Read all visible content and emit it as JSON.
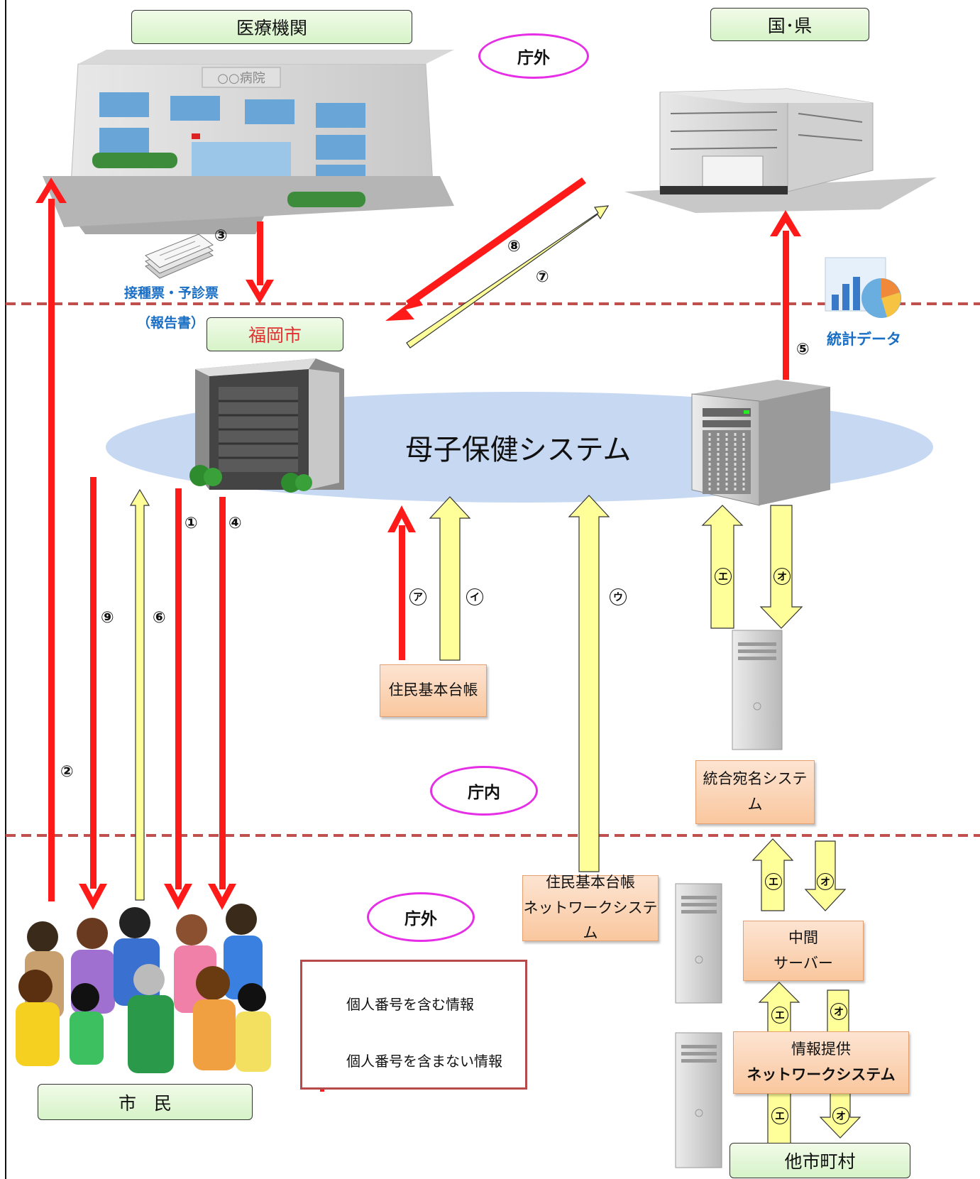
{
  "zones": {
    "top": "庁外",
    "middle": "庁内",
    "bottom": "庁外"
  },
  "nodes": {
    "medical": "医療機関",
    "govt": "国･県",
    "fukuoka": "福岡市",
    "citizens": "市　民",
    "juki": "住民基本台帳",
    "juki_net": [
      "住民基本台帳",
      "ネットワークシステム"
    ],
    "togo": [
      "統合宛名システ",
      "ム"
    ],
    "chukan": [
      "中間",
      "サーバー"
    ],
    "joho": [
      "情報提供",
      "ネットワークシステム"
    ],
    "other_city": "他市町村",
    "boshi": "母子保健システム"
  },
  "hospital_sign": "○○病院",
  "documents": {
    "line1": "接種票・予診票",
    "line2": "（報告書）"
  },
  "stats_label": "統計データ",
  "flow_numbers": [
    "①",
    "②",
    "③",
    "④",
    "⑤",
    "⑥",
    "⑦",
    "⑧",
    "⑨"
  ],
  "flow_letters": {
    "a": "ア",
    "i": "イ",
    "u": "ウ",
    "e": "エ",
    "o": "オ"
  },
  "legend": {
    "with_number": "個人番号を含む情報",
    "without_number": "個人番号を含まない情報"
  },
  "colors": {
    "red_arrow": "#ff1a1a",
    "yellow_arrow": "#ffff99",
    "zone_line": "#c0504d",
    "ellipse": "#c6d8f2"
  }
}
